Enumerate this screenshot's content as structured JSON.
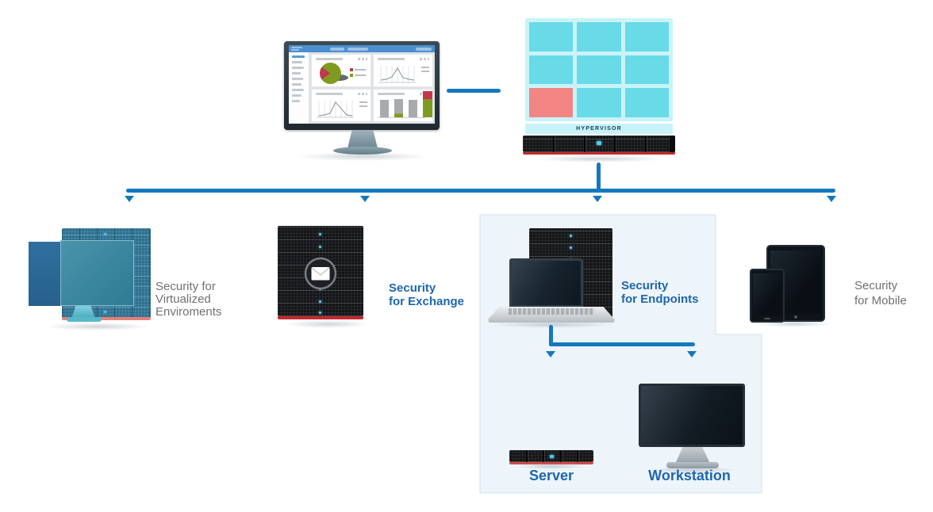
{
  "hypervisor": {
    "label": "HYPERVISOR"
  },
  "branches": {
    "virtualized": {
      "label_lines": [
        "Security for",
        "Virtualized",
        "Enviroments"
      ],
      "label_style": "gray"
    },
    "exchange": {
      "label_lines": [
        "Security",
        "for Exchange"
      ],
      "label_style": "blue-bold"
    },
    "endpoints": {
      "label_lines": [
        "Security",
        "for Endpoints"
      ],
      "label_style": "blue-bold",
      "children": {
        "server_label": "Server",
        "workstation_label": "Workstation"
      }
    },
    "mobile": {
      "label_lines": [
        "Security",
        "for Mobile"
      ],
      "label_style": "gray"
    }
  },
  "colors": {
    "connector_blue": "#1478be",
    "label_blue": "#1d66ad",
    "label_gray": "#6e7072",
    "endpoints_panel_bg": "#edf4fa",
    "hypervisor_panel_cyan": "#c9f3f8",
    "vm_tile_cyan": "#68dae8",
    "vm_tile_alert_red": "#f28583",
    "rack_red_accent": "#c4282c",
    "led_cyan": "#55c6ea",
    "dashboard_pie_green": "#7f9b1f",
    "dashboard_pie_red": "#c2374b"
  },
  "icons": {
    "console-dashboard-monitor-icon": "monitor showing 4-widget dashboard (pie, lines, bars)",
    "hypervisor-vm-grid-icon": "3x3 grid of VM tiles, one red",
    "hypervisor-server-rack-icon": "1U black rack with blue LED and red base",
    "virtualized-screens-icon": "teal rack with two overlapping virtual screens",
    "mail-envelope-icon": "envelope in dark circle on rack",
    "laptop-icon": "laptop in front of rack",
    "tablet-icon": "tablet",
    "phone-icon": "smartphone",
    "server-1u-icon": "thin rack unit",
    "workstation-monitor-icon": "desktop monitor",
    "arrow-down-icon": "small solid triangle"
  }
}
